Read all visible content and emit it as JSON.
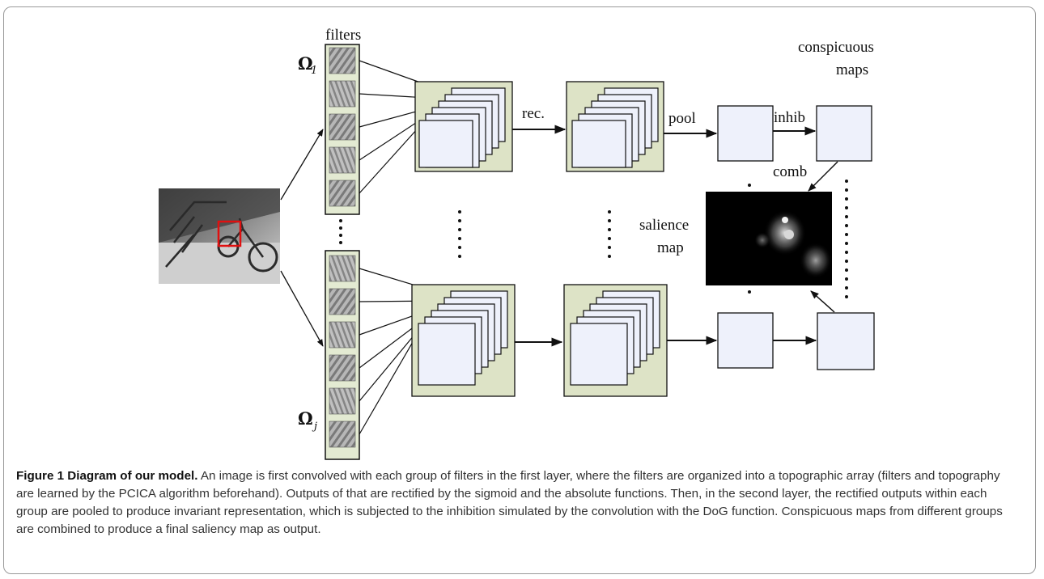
{
  "figure": {
    "labels": {
      "filters": "filters",
      "omega_top": "Ω",
      "omega_top_sub": "1",
      "omega_bottom": "Ω",
      "omega_bottom_sub": "j",
      "rec": "rec.",
      "pool": "pool",
      "inhib": "inhib",
      "conspicuous_line1": "conspicuous",
      "conspicuous_line2": "maps",
      "comb": "comb",
      "salience_line1": "salience",
      "salience_line2": "map"
    }
  },
  "caption": {
    "title": "Figure 1 Diagram of our model.",
    "text": " An image is first convolved with each group of filters in the first layer, where the filters are organized into a topographic array (filters and topography are learned by the PCICA algorithm beforehand). Outputs of that are rectified by the sigmoid and the absolute functions. Then, in the second layer, the rectified outputs within each group are pooled to produce invariant representation, which is subjected to the inhibition simulated by the convolution with the DoG function. Conspicuous maps from different groups are combined to produce a final saliency map as output."
  }
}
